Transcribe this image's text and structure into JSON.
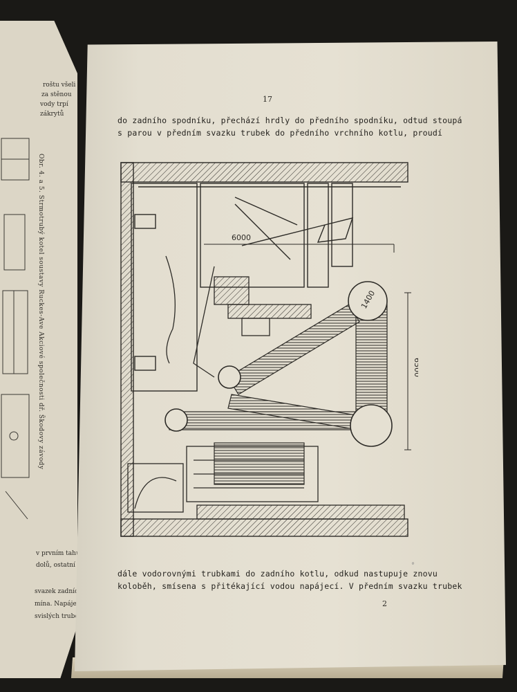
{
  "left_page": {
    "top_fragments": [
      "roštu všeli",
      "za stěnou",
      "vody trpí",
      "zákrytů"
    ],
    "vertical_caption": "Obr. 4. a 5. Strmotrubý kotel soustavy Ruckes-Ave Akciové společnosti dř. Škodovy závody",
    "bottom_fragments": [
      "v prvním tahu",
      "dolů, ostatní",
      "svazek zadních",
      "mína. Napájecí",
      "svislých trubek"
    ]
  },
  "right_page": {
    "page_number": "17",
    "top_lines": [
      "do zadního spodníku, přechází hrdly do předního spodníku, odtud stoupá",
      "s parou v předním svazku trubek do předního vrchního kotlu, proudí"
    ],
    "bottom_lines": [
      "dále vodorovnými trubkami do zadního kotlu, odkud nastupuje znovu",
      "koloběh, smísena s přitékající vodou napájecí. V předním svazku trubek"
    ],
    "signature_mark": "2"
  },
  "drawing": {
    "dimension_1": "6000",
    "dimension_2": "6500",
    "drum_label": "1400"
  }
}
